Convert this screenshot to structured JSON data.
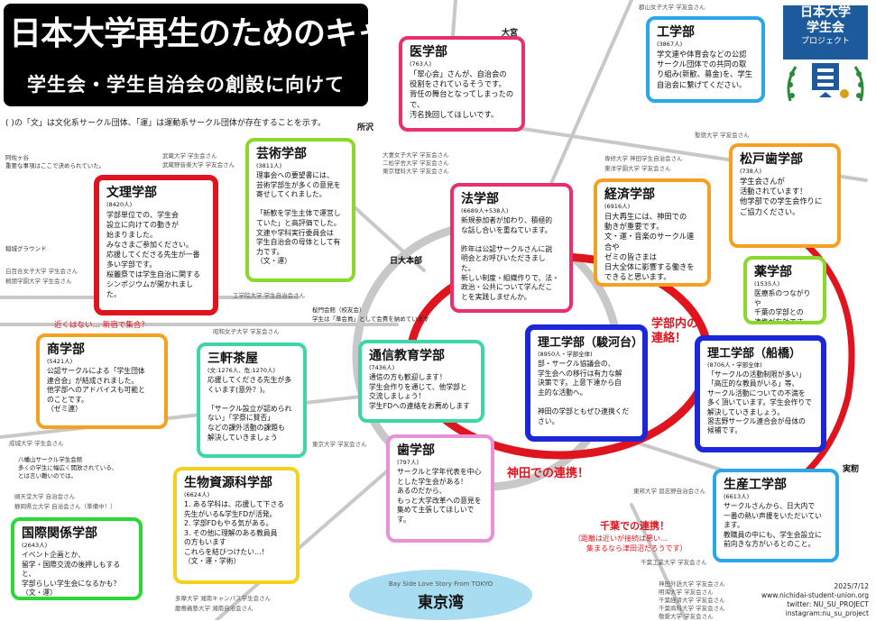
{
  "title": "日本大学再生のためのキャンパスマップ",
  "subtitle": "学生会・学生自治会の創設に向けて",
  "legend_note": "( )の「文」は文化系サークル団体、「運」は運動系サークル団体が存在することを示す。",
  "logo": {
    "line1": "日本大学",
    "line2": "学生会",
    "line3": "プロジェクト"
  },
  "colors": {
    "ring": "#e0141e",
    "line": "#c8c8c8",
    "bay": "#a8dcf0"
  },
  "stations": {
    "omiya": "大宮",
    "tokorozawa": "所沢",
    "nichidai_honbu": "日大本部",
    "jitsuryo": "実籾",
    "asagaya": "阿佐ヶ谷",
    "asagaya_note": "重要な事項はここで決められていた。",
    "inagi": "稲城グラウンド"
  },
  "callouts": {
    "gakubu_renraku_1": "学部内の",
    "gakubu_renraku_2": "連絡！",
    "kanda": "神田での連携！",
    "chiba": "千葉での連携！",
    "chiba_sub1": "（距離は近いが接続は悪い…",
    "chiba_sub2": "集まるなら津田沼だろうです）",
    "shinjuku": "近くはない… 新宿で集合？"
  },
  "other_schools": {
    "s1": "武蔵大学 学生会さん",
    "s2": "武蔵野音楽大学 学友会さん",
    "s3": "郡山女子大学 学友会さん",
    "s4": "聖徳大学 学友会さん",
    "s5a": "大妻女子大学 学友会さん",
    "s5b": "二松学舎大学 学友会さん",
    "s5c": "東京理科大学 学友会さん",
    "s6a": "専修大学 神田学生自治会さん",
    "s6b": "東洋学園大学 学友会さん",
    "s7a": "白百合女子大学 学生会さん",
    "s7b": "桐朋学園大学 学生会さん",
    "s8": "工学院大学 学生自治会さん",
    "s9a": "桜門会館（校友会）",
    "s9b": "学生は「準会員」として会費を納めています",
    "s10": "昭和女子大学 学友会さん",
    "s11": "成城大学 学生会さん",
    "s12": "東京大学 学友会さん",
    "s13a": "八幡山サークル学生会館",
    "s13b": "多くの学生に幅広く開放されている、",
    "s13c": "とは言い難いのでは。",
    "s14a": "順天堂大学 自治会さん",
    "s14b": "静岡県立大学 自治会さん（準備中！）",
    "s15": "東邦大学 習志野自治会さん",
    "s16": "千葉工業大学 学友会さん",
    "s17a": "多摩大学 湘南キャンパス学生会さん",
    "s17b": "慶應義塾大学 湘南自治会さん",
    "s18a": "神田外語大学 学友会さん",
    "s18b": "明海大学 学友会さん",
    "s18c": "千葉経済大学 学友会さん",
    "s18d": "千葉商科大学 学友会さん",
    "s18e": "敬愛大学 学友会さん"
  },
  "boxes": {
    "igaku": {
      "name": "医学部",
      "count": "(763人)",
      "desc": "「翠心会」さんが、自治会の\n役割をされているそうです。\n背任の舞台となってしまったので、\n汚名挽回してほしいです。"
    },
    "kougaku": {
      "name": "工学部",
      "count": "(3867人)",
      "desc": "学文連や体育会などの公認\nサークル団体での共同の取\nり組み(新歓、募金)を、学生\n自治会に繋げてください。"
    },
    "geijutsu": {
      "name": "芸術学部",
      "count": "(3811人)",
      "desc": "理事会への要望書には、\n芸術学部生が多くの意見を\n寄せしてくれました。\n\n「新歓を学生主体で運営し\nていた」と高評価でした。\n文連や学科実行委員会は\n学生自治会の母体として有\n力です。\n（文・運）"
    },
    "bunri": {
      "name": "文理学部",
      "count": "(8420人)",
      "desc": "学部単位での、学生会\n設立に向けての動きが\n始まりました。\nみなさまご参加ください。\n応援してくださる先生が一番\n多い学部です。\n桜麗祭では学生自治に関する\nシンポジウムが開かれました。"
    },
    "hougaku": {
      "name": "法学部",
      "count": "(6689人+538人)",
      "desc": "新規参加者が加わり、積極的\nな話し合いを重ねています。\n\n昨年は公認サークルさんに説\n明会とお呼びいただきまし\nた。\n新しい制度・組織作りで、法・\n政治・公共について学んだこ\nとを実践しませんか。"
    },
    "keizai": {
      "name": "経済学部",
      "count": "(6916人)",
      "desc": "日大再生には、神田での\n動きが重要です。\n文・運・音楽のサークル連合や\nゼミの皆さまは\n日大全体に影響する働きを\nできると思います。"
    },
    "matsudo": {
      "name": "松戸歯学部",
      "count": "(738人)",
      "desc": "学生会さんが\n活動されています！\n他学部での学生会作りに\nご協力ください。"
    },
    "yaku": {
      "name": "薬学部",
      "count": "(1535人)",
      "desc": "医療系のつながりや\n千葉の学部との\n連携が有効です。"
    },
    "shougaku": {
      "name": "商学部",
      "count": "(5421人)",
      "desc": "公認サークルによる「学生団体\n連合会」が結成されました。\n他学部へのアドバイスも可能と\nのことです。\n（ゼミ連）"
    },
    "sangenjaya": {
      "name": "三軒茶屋",
      "count": "(文:1276人、危:1270人)",
      "desc": "応援してくださる先生が多\nくいます(意外？)。\n\n「サークル設立が認められ\nない」「学祭に賛否」\nなどの課外活動の課題も\n解決していきましょう"
    },
    "tsushin": {
      "name": "通信教育学部",
      "count": "(7436人)",
      "desc": "通信の方も歓迎します！\n学生会作りを通じて、他学部と\n交流しましょう！\n学生FDへの連絡をお薦めします"
    },
    "rikou_surugadai": {
      "name": "理工学部（駿河台）",
      "count": "(8950人・学部全体)",
      "desc": "部・サークル協議会の、\n学生会への移行は有力な解\n決策です。上意下達から自\n主的な活動へ。\n\n神田の学部ともぜひ連携くだ\nさい。"
    },
    "rikou_funabashi": {
      "name": "理工学部（船橋）",
      "count": "(8706人・学部全体)",
      "desc": "「サークルの活動制限が多い」\n「高圧的な教員がいる」等、\nサークル活動についての不満を\n多く頂いています。学生会作りで\n解決していきましょう。\n習志野サークル連合会が母体の\n候補です。"
    },
    "shigaku": {
      "name": "歯学部",
      "count": "(797人)",
      "desc": "サークルと学年代表を中心\nとした学生会がある！\nあるのだから、\nもっと大学改革への意見を\n集めて主張してほしいで\nす。"
    },
    "seibutsu": {
      "name": "生物資源科学部",
      "count": "(6624人)",
      "desc": "1. ある学科は、応援して下さる\n先生がいる&学生FDが活発。\n2. 学部FDもやる気がある。\n3. その他に理解のある教員員\nの方もいます\nこれらを結びつけたい…！\n（文・運・学術）"
    },
    "seisan": {
      "name": "生産工学部",
      "count": "(6613人)",
      "desc": "サークルさんから、日大内で\n一番の熱い声援をいただいてい\nます。\n教職員の中にも、学生会設立に\n前向きな方がいるとのこと。"
    },
    "kokusai": {
      "name": "国際関係学部",
      "count": "(2643人)",
      "desc": "イベント企画とか、\n留学・国際交流の後押しもすると、\n学部らしい学生会になるかも？\n（文・運）"
    }
  },
  "bay": {
    "en": "Bay Side Love Story From TOKYO",
    "jp": "東京湾"
  },
  "footer": {
    "date": "2025/7/12",
    "url": "www.nichidai-student-union.org",
    "twitter": "twitter: NU_SU_PROJECT",
    "instagram": "instagram:nu_su_project"
  }
}
